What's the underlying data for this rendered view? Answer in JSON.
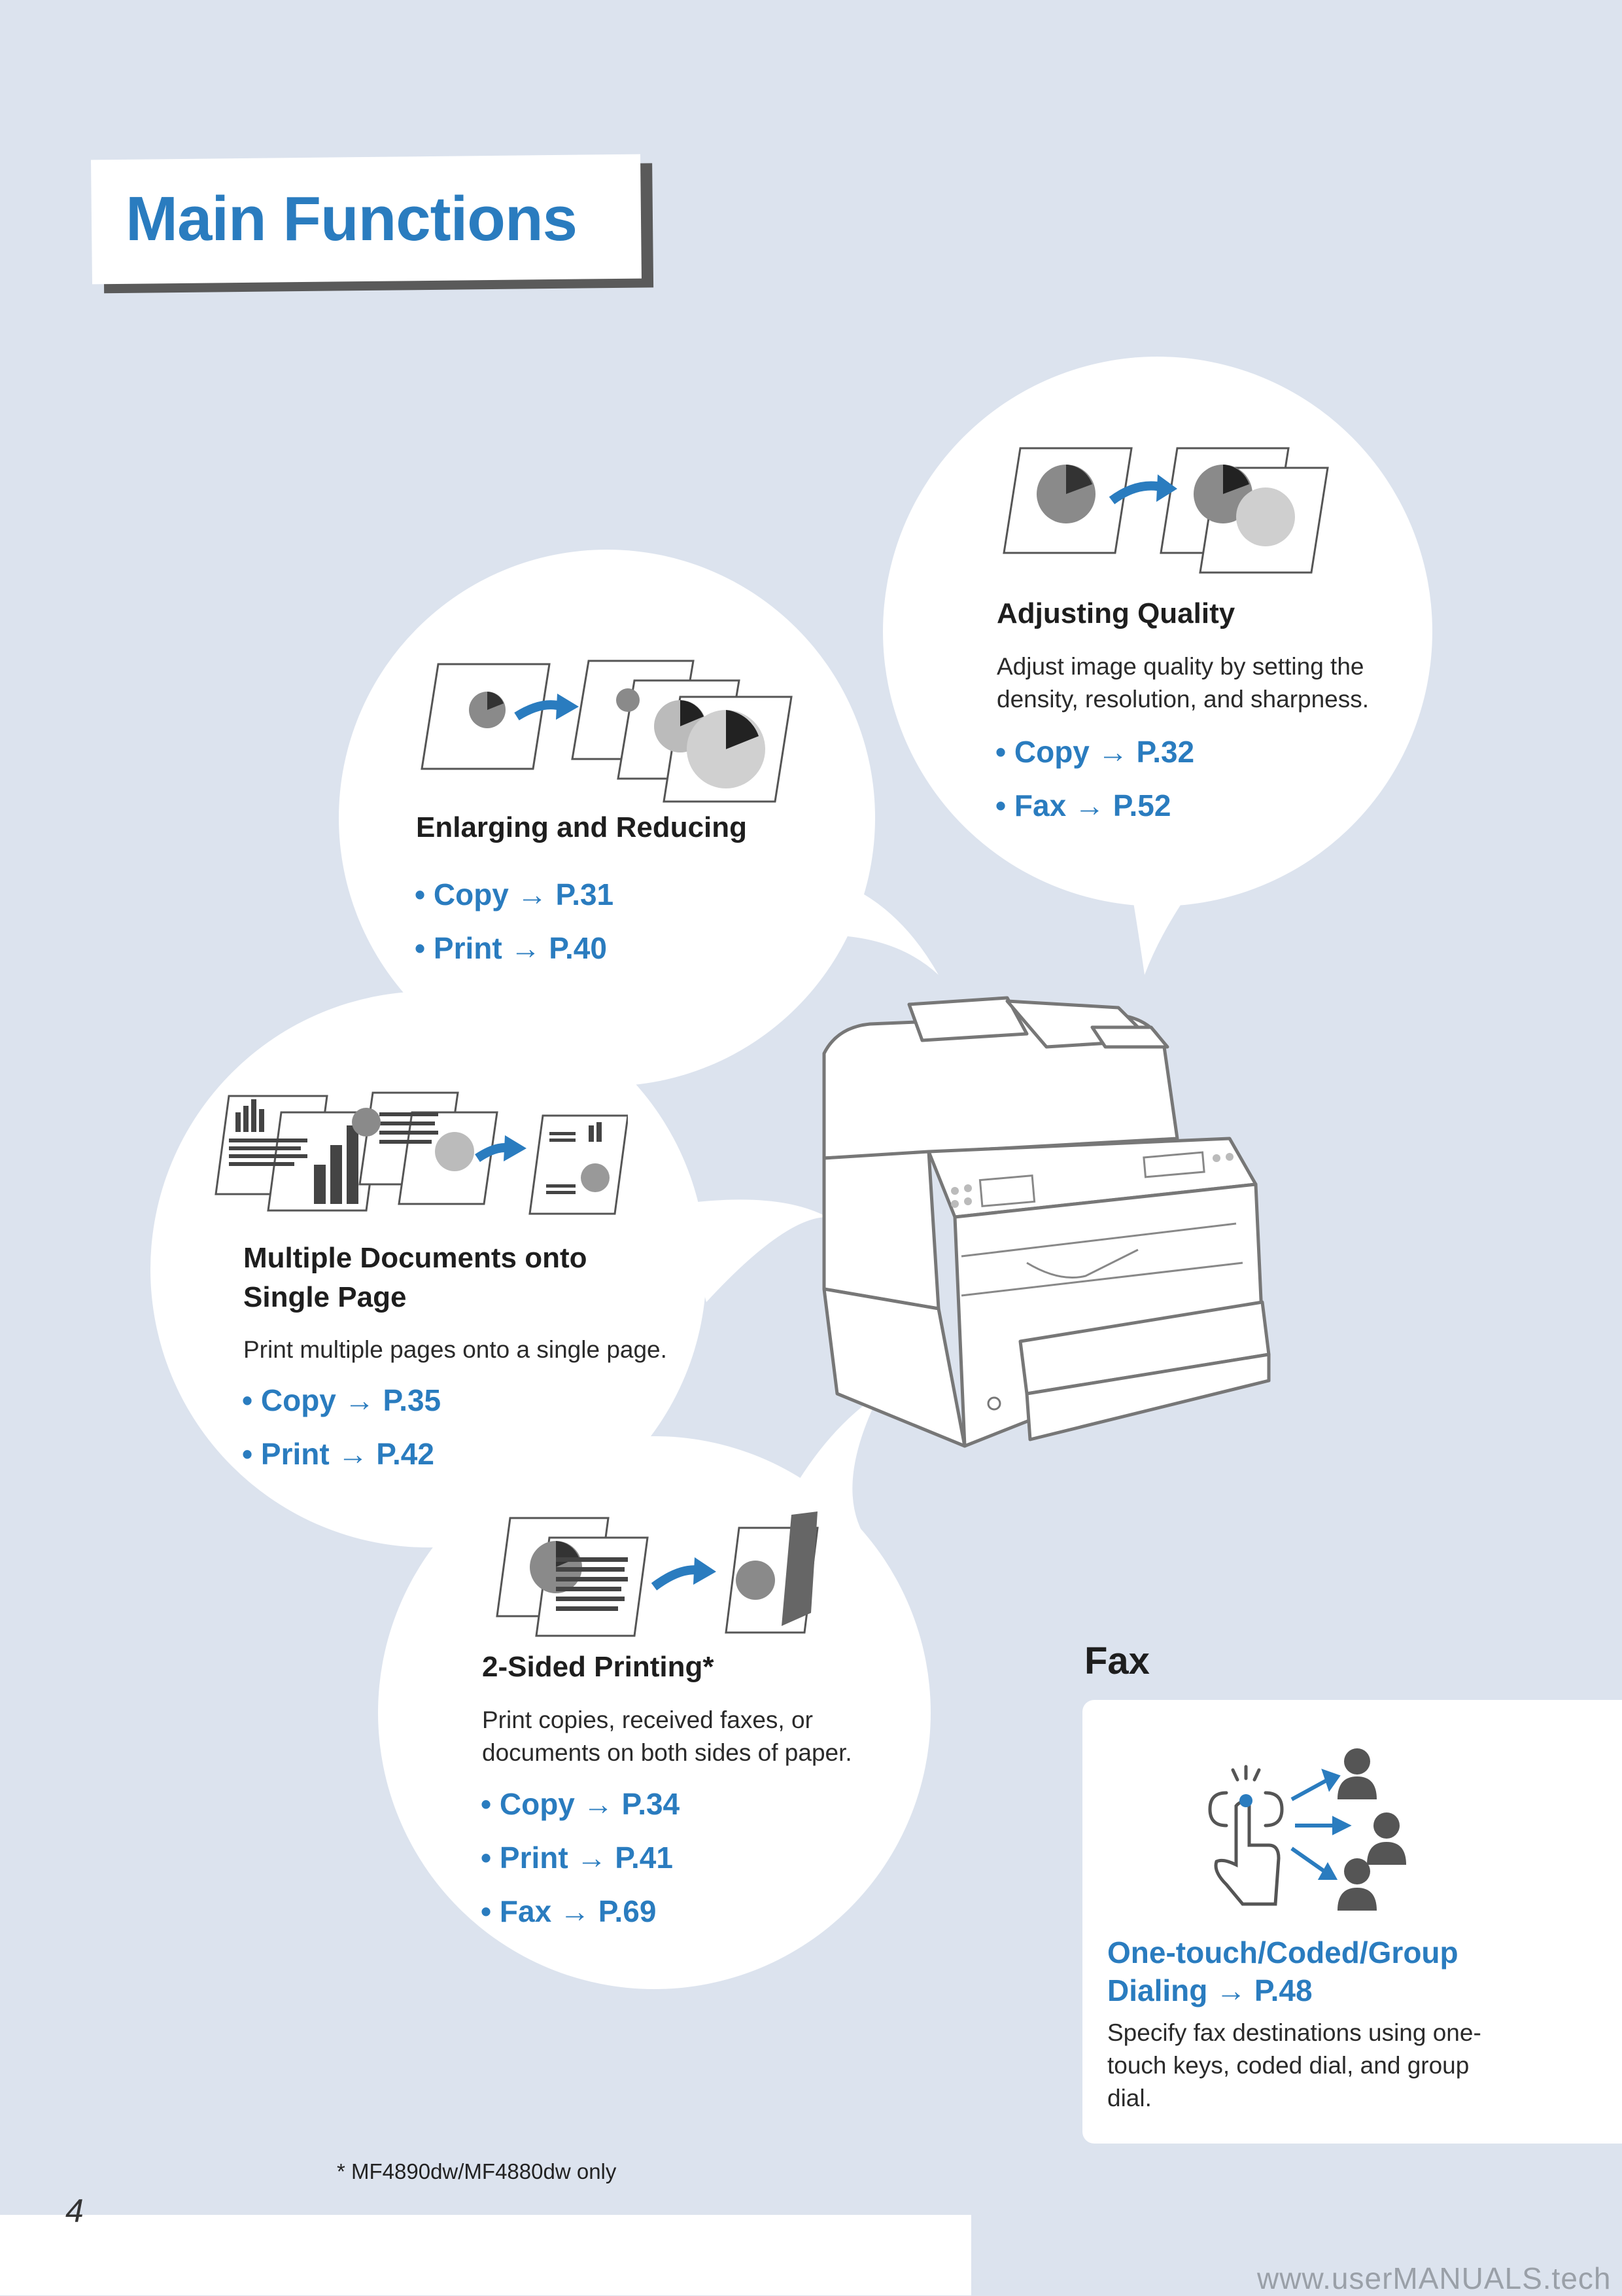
{
  "page_title": "Main Functions",
  "features": {
    "adjusting_quality": {
      "title": "Adjusting Quality",
      "description": "Adjust image quality by setting the density, resolution, and sharpness.",
      "refs": [
        "• Copy → P.32",
        "• Fax → P.52"
      ]
    },
    "enlarging_reducing": {
      "title": "Enlarging and Reducing",
      "refs": [
        "• Copy → P.31",
        "• Print → P.40"
      ]
    },
    "multiple_documents": {
      "title_line1": "Multiple Documents onto",
      "title_line2": "Single Page",
      "description": "Print multiple pages onto a single page.",
      "refs": [
        "• Copy → P.35",
        "• Print → P.42"
      ]
    },
    "two_sided": {
      "title": "2-Sided Printing*",
      "description_line1": "Print copies, received faxes, or",
      "description_line2": "documents on both sides of paper.",
      "refs": [
        "• Copy → P.34",
        "• Print → P.41",
        "• Fax → P.69"
      ]
    }
  },
  "fax_section": {
    "heading": "Fax",
    "feature_line1": "One-touch/Coded/Group",
    "feature_line2": "Dialing → P.48",
    "description_line1": "Specify fax destinations using one-",
    "description_line2": "touch keys, coded dial, and group",
    "description_line3": "dial."
  },
  "footnote": "*  MF4890dw/MF4880dw only",
  "page_number": "4",
  "watermark": "www.userMANUALS.tech",
  "colors": {
    "accent": "#2a7cbf",
    "background": "#dce3ee",
    "text": "#1e1e1e"
  },
  "icons": [
    "pie-chart-document-icon",
    "arrow-icon",
    "bar-chart-document-icon",
    "printer-illustration",
    "one-touch-dial-icon",
    "person-icon"
  ]
}
